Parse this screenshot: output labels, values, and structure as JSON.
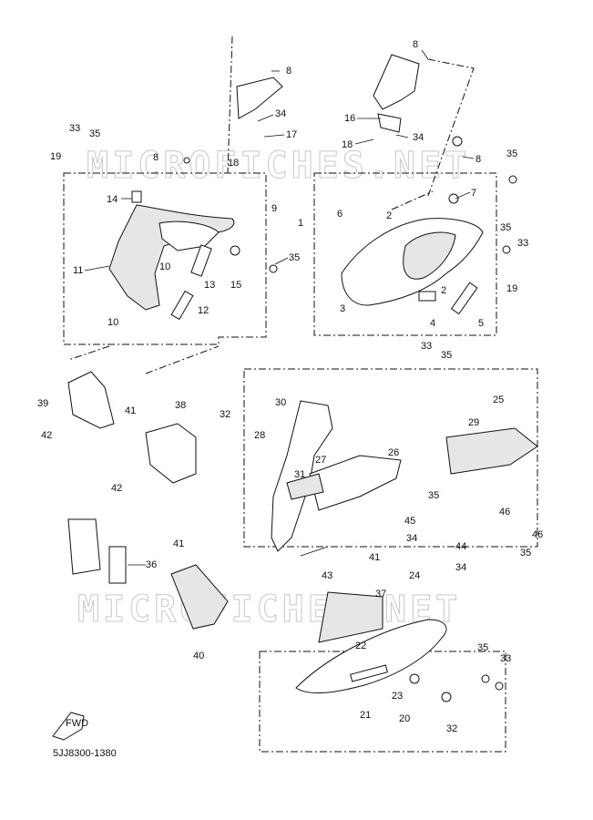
{
  "diagram": {
    "part_code": "5JJ8300-1380",
    "watermark": "MICROFICHES.NET",
    "fwd_label": "FWD",
    "callouts": [
      "1",
      "2",
      "3",
      "4",
      "5",
      "6",
      "7",
      "8",
      "9",
      "10",
      "11",
      "12",
      "13",
      "14",
      "15",
      "16",
      "17",
      "18",
      "19",
      "20",
      "21",
      "22",
      "23",
      "24",
      "25",
      "26",
      "27",
      "28",
      "29",
      "30",
      "31",
      "32",
      "33",
      "34",
      "35",
      "36",
      "37",
      "38",
      "39",
      "40",
      "41",
      "42",
      "43",
      "44",
      "45",
      "46"
    ]
  }
}
